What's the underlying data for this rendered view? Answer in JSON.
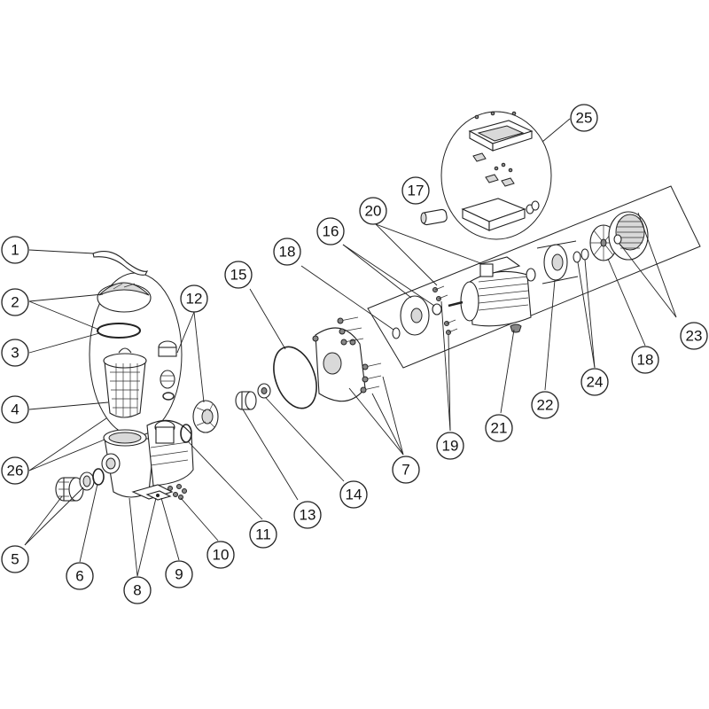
{
  "diagram": {
    "callouts": [
      "1",
      "2",
      "3",
      "4",
      "5",
      "6",
      "7",
      "8",
      "9",
      "10",
      "11",
      "12",
      "13",
      "14",
      "15",
      "16",
      "17",
      "18",
      "19",
      "20",
      "21",
      "22",
      "23",
      "24",
      "25",
      "26"
    ],
    "colors": {
      "line": "#222222",
      "background": "#ffffff",
      "part_fill": "#ffffff",
      "part_shade": "#d9d9d9"
    }
  }
}
